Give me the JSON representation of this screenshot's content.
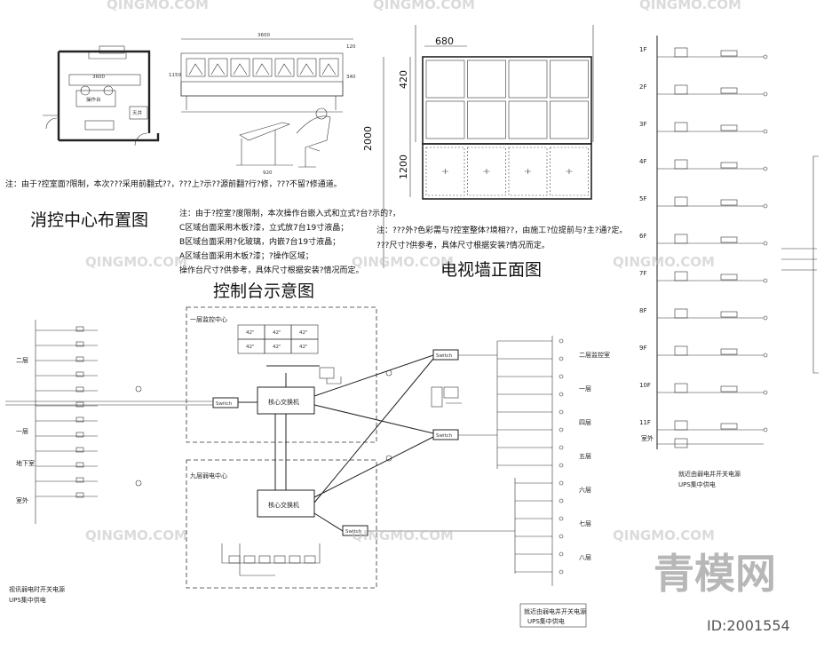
{
  "titles": {
    "layout": "消控中心布置图",
    "console": "控制台示意图",
    "tv_wall": "电视墙正面图"
  },
  "notes": {
    "layout": "注：由于?控室面?限制，本次???采用前翻式??，???上?示??源前翻?行?修，???不留?修通道。",
    "console_1": "注：由于?控室?度限制，本次操作台嵌入式和立式?台?示的?，",
    "console_2": "C区域台面采用木板?漆，立式放7台19寸液晶；",
    "console_3": "B区域台面采用?化玻璃，内嵌7台19寸液晶；",
    "console_4": "A区域台面采用木板?漆；?操作区域；",
    "console_5": "操作台尺寸?供参考，具体尺寸根据安装?情况而定。",
    "tv_1": "注：???外?色彩需与?控室整体?境相??，由施工?位提前与?主?通?定。",
    "tv_2": "???尺寸?供参考，具体尺寸根据安装?情况而定。"
  },
  "dims": {
    "floor_w": "3600",
    "console_w": "3600",
    "console_h": "1150",
    "console_top": "120",
    "console_base": "340",
    "chair_w": "920",
    "wall_col": "680",
    "wall_row": "420",
    "wall_total": "2000",
    "wall_cab": "1200",
    "room_center": "3600",
    "room_label": "操作台",
    "room_side": "天井"
  },
  "network": {
    "zone_top": "一层监控中心",
    "zone_bottom": "九层弱电中心",
    "core_top": "核心交换机",
    "core_bottom": "核心交换机",
    "switch_a": "Switch",
    "switch_b": "Switch",
    "switch_c": "Switch",
    "switch_d": "Switch",
    "screens": [
      "42\"",
      "42\"",
      "42\"",
      "42\"",
      "42\"",
      "42\""
    ],
    "left_floors": [
      "二层",
      "一层",
      "地下室",
      "室外"
    ],
    "right_floors": [
      "二层监控室",
      "一层",
      "四层",
      "五层",
      "六层",
      "七层",
      "八层"
    ],
    "caption_left_1": "视讯弱电时开关电源",
    "caption_left_2": "UPS集中供电",
    "caption_right_1": "就近由弱电井开关电源",
    "caption_right_2": "UPS集中供电"
  },
  "riser": {
    "floors": [
      "1F",
      "2F",
      "3F",
      "4F",
      "5F",
      "6F",
      "7F",
      "8F",
      "9F",
      "10F",
      "11F"
    ],
    "outdoor": "室外",
    "caption_1": "就近由弱电井开关电源",
    "caption_2": "UPS集中供电"
  },
  "watermark": {
    "brand": "青模网",
    "id": "ID:2001554",
    "tile": "QINGMO.COM"
  }
}
